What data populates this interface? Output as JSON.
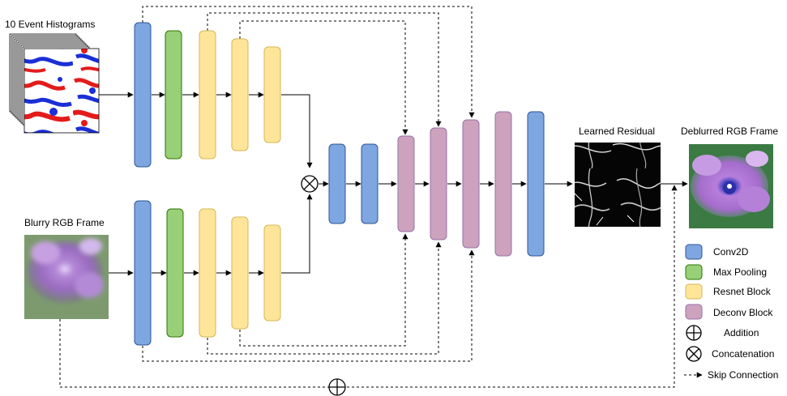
{
  "labels": {
    "event_histograms": "10 Event Histograms",
    "blurry_frame": "Blurry RGB Frame",
    "learned_residual": "Learned Residual",
    "deblurred_frame": "Deblurred RGB Frame"
  },
  "legend": {
    "conv2d": "Conv2D",
    "max_pooling": "Max Pooling",
    "resnet_block": "Resnet Block",
    "deconv_block": "Deconv Block",
    "addition": "Addition",
    "concatenation": "Concatenation",
    "skip_connection": "Skip Connection"
  },
  "colors": {
    "conv2d_fill": "#7EA6E0",
    "conv2d_stroke": "#2F5597",
    "maxpool_fill": "#97D077",
    "maxpool_stroke": "#2D7600",
    "resnet_fill": "#FFE599",
    "resnet_stroke": "#D6B656",
    "deconv_fill": "#CDA2BE",
    "deconv_stroke": "#9673A6"
  }
}
